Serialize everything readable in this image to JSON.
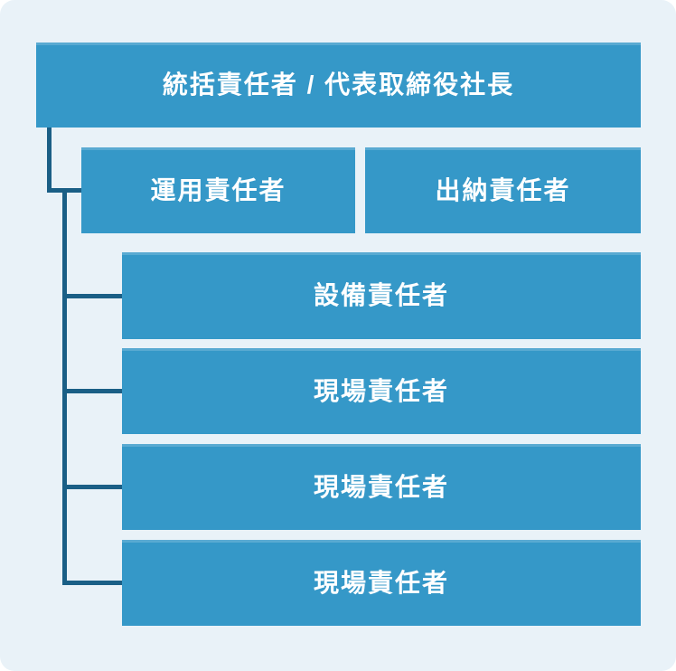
{
  "diagram": {
    "type": "org-chart",
    "nodes": {
      "root": "統括責任者 / 代表取締役社長",
      "level2": [
        "運用責任者",
        "出納責任者"
      ],
      "level3": [
        "設備責任者",
        "現場責任者",
        "現場責任者",
        "現場責任者"
      ]
    }
  },
  "colors": {
    "page_background": "#ffffff",
    "canvas_background": "#e9f2f8",
    "node_fill": "#3598c8",
    "node_text": "#ffffff",
    "connector": "#1a5f86"
  }
}
